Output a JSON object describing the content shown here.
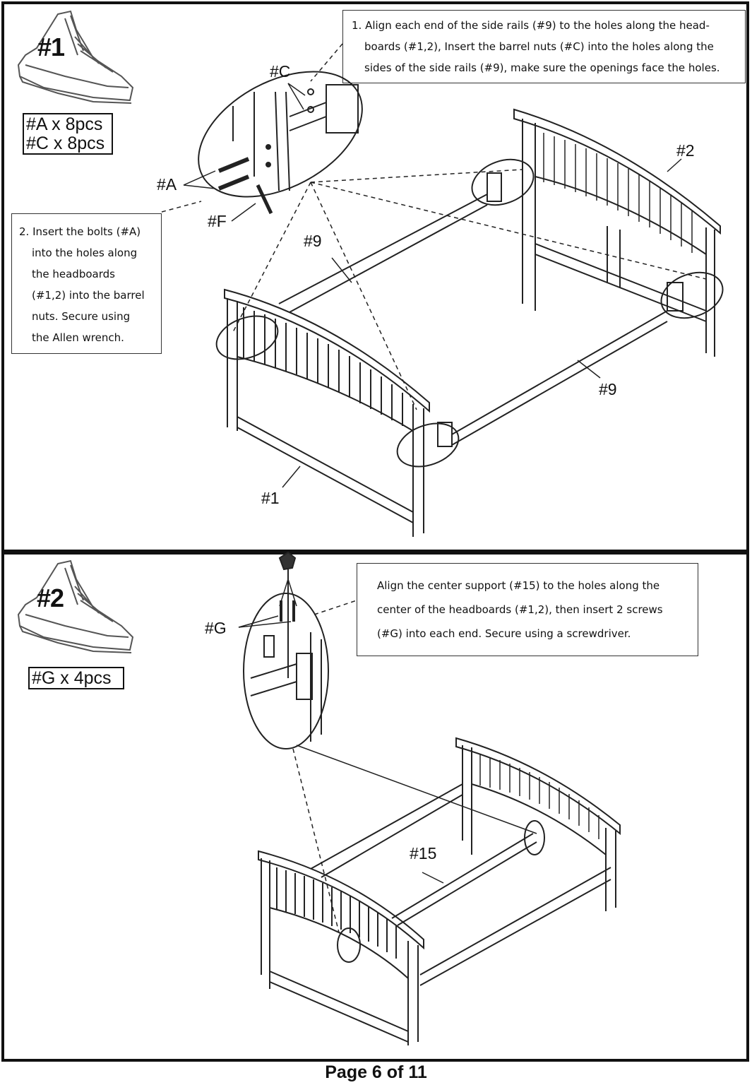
{
  "step1": {
    "number": "#1",
    "qty": [
      "#A x 8pcs",
      "#C x 8pcs"
    ],
    "note1": [
      "1. Align each end of the side rails (#9) to the holes along the head-",
      "boards (#1,2), Insert the barrel nuts (#C) into the holes along the",
      "sides of the side rails (#9), make sure the openings face the holes."
    ],
    "note2": [
      "2. Insert the bolts (#A)",
      "into the holes along",
      "the headboards",
      "(#1,2) into the barrel",
      "nuts. Secure using",
      "the Allen wrench."
    ],
    "labels": {
      "c": "#C",
      "a": "#A",
      "f": "#F",
      "rail_top": "#9",
      "rail_bottom": "#9",
      "headboard1": "#1",
      "headboard2": "#2"
    }
  },
  "step2": {
    "number": "#2",
    "qty": [
      "#G x 4pcs"
    ],
    "note": [
      "Align the center support (#15) to the holes along the",
      "center of the headboards (#1,2), then insert 2 screws",
      "(#G) into each end. Secure using a screwdriver."
    ],
    "labels": {
      "g": "#G",
      "center": "#15"
    }
  },
  "footer": "Page 6 of  11"
}
